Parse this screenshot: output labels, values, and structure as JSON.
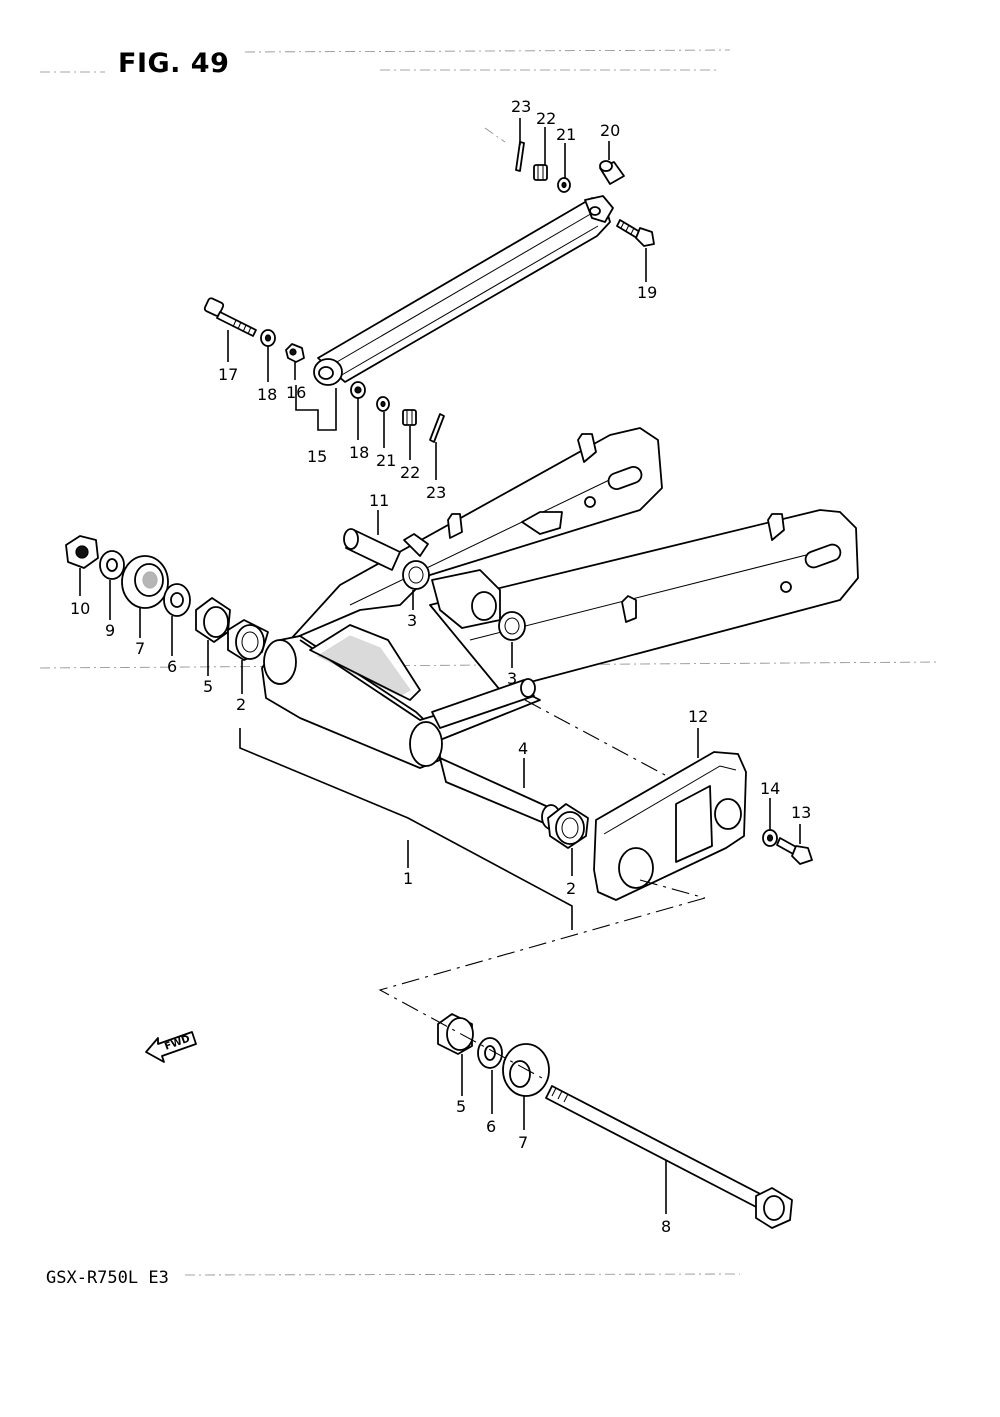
{
  "figure": {
    "title": "FIG. 49"
  },
  "model": {
    "label": "GSX-R750L  E3"
  },
  "fwd": {
    "label": "FWD"
  },
  "labels": {
    "p1": "1",
    "p2a": "2",
    "p2b": "2",
    "p3a": "3",
    "p3b": "3",
    "p4": "4",
    "p5a": "5",
    "p5b": "5",
    "p6a": "6",
    "p6b": "6",
    "p7a": "7",
    "p7b": "7",
    "p8": "8",
    "p9": "9",
    "p10": "10",
    "p11": "11",
    "p12": "12",
    "p13": "13",
    "p14": "14",
    "p15": "15",
    "p16": "16",
    "p17": "17",
    "p18a": "18",
    "p18b": "18",
    "p19": "19",
    "p20": "20",
    "p21a": "21",
    "p21b": "21",
    "p22a": "22",
    "p22b": "22",
    "p23a": "23",
    "p23b": "23"
  }
}
